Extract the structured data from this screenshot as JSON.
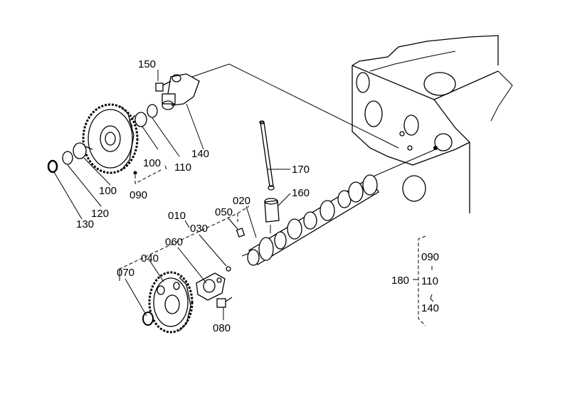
{
  "callouts": {
    "p010": "010",
    "p020": "020",
    "p030": "030",
    "p040": "040",
    "p050": "050",
    "p060": "060",
    "p070": "070",
    "p080": "080",
    "p090": "090",
    "p100a": "100",
    "p100b": "100",
    "p110": "110",
    "p120": "120",
    "p130": "130",
    "p140": "140",
    "p150": "150",
    "p160": "160",
    "p170": "170"
  },
  "kit_legend": {
    "ref": "180",
    "items": [
      "090",
      "110",
      "140"
    ]
  }
}
